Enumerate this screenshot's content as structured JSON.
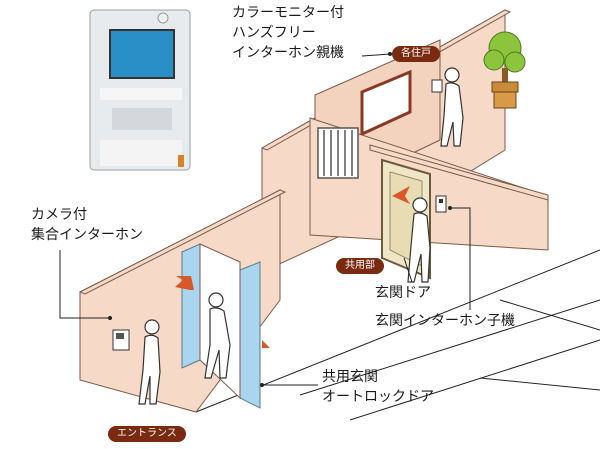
{
  "labels": {
    "monitor_line1": "カラーモニター付",
    "monitor_line2": "ハンズフリー",
    "monitor_line3": "インターホン親機",
    "camera_line1": "カメラ付",
    "camera_line2": "集合インターホン",
    "entrance_door": "玄関ドア",
    "entrance_intercom": "玄関インターホン子機",
    "autolock_line1": "共用玄関",
    "autolock_line2": "オートロックドア"
  },
  "badges": {
    "each_unit": "各住戸",
    "common_area": "共用部",
    "entrance": "エントランス"
  },
  "colors": {
    "wall_fill": "#f6d9c7",
    "wall_stroke": "#7a5a48",
    "glass": "#a9d6ee",
    "badge_bg": "#7a2a10",
    "arrow": "#d9582a"
  }
}
